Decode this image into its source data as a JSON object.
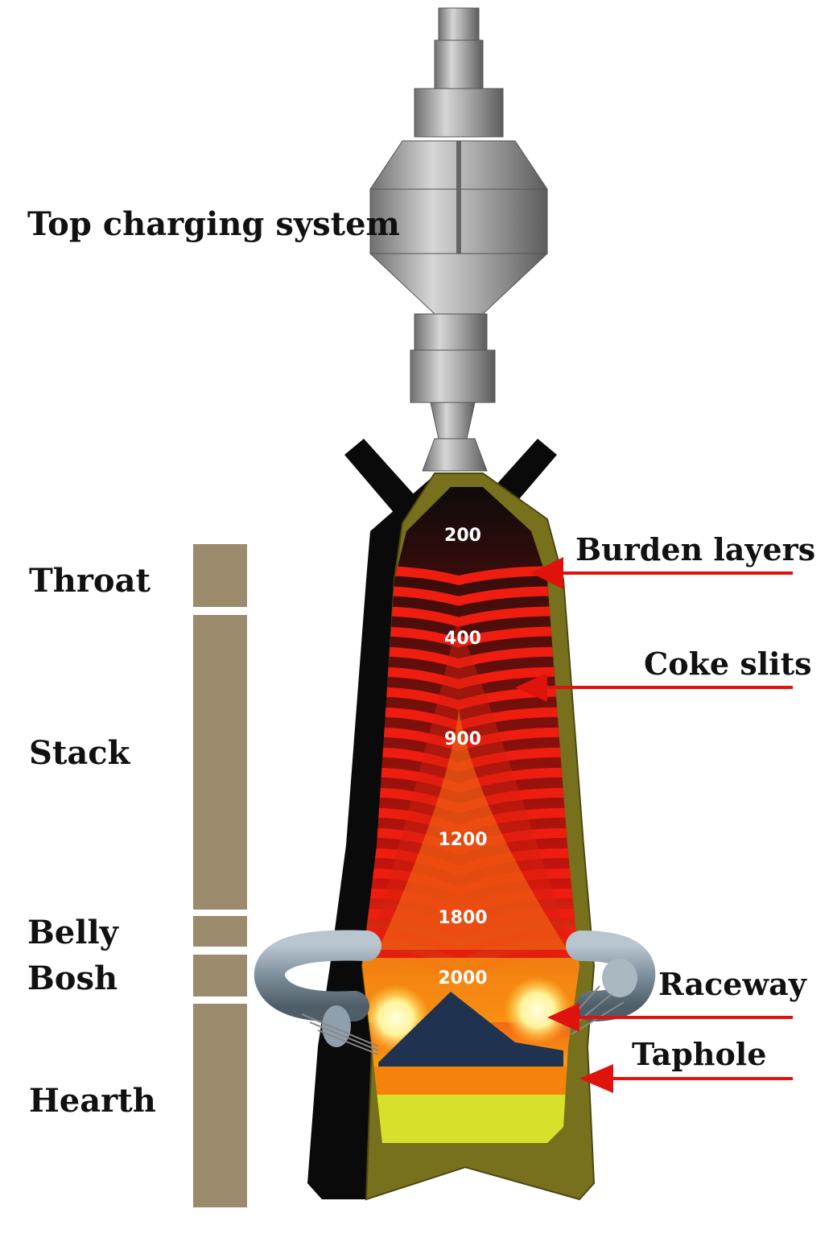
{
  "labels": {
    "top_charging_system": "Top charging system",
    "throat": "Throat",
    "stack": "Stack",
    "belly": "Belly",
    "bosh": "Bosh",
    "hearth": "Hearth",
    "burden_layers": "Burden layers",
    "coke_slits": "Coke slits",
    "raceway": "Raceway",
    "taphole": "Taphole"
  },
  "temperatures": [
    "200",
    "400",
    "900",
    "1200",
    "1800",
    "2000"
  ],
  "colors": {
    "zone_bar": "#9b8a6c",
    "arrow": "#e0120c",
    "shell": "#0a0a0a",
    "lining": "#77701c",
    "burden_red": "#ef1c10",
    "burden_black": "#0b0b0b",
    "molten_slag": "#1f3350",
    "iron_orange": "#f5820c",
    "hearth_yellow": "#d7e02a",
    "machinery_grey": "#a4a4a4"
  }
}
